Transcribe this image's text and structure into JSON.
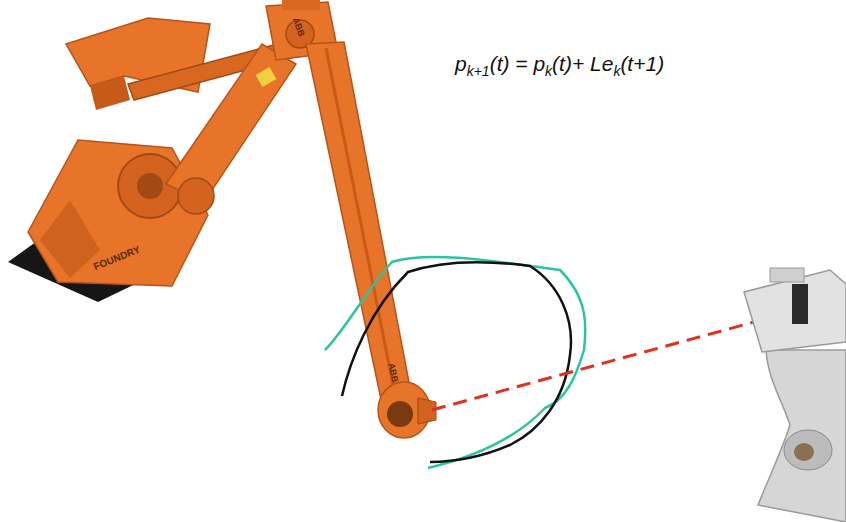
{
  "diagram": {
    "labels": [
      "p",
      "k+1",
      "(t) = p",
      "k",
      "(t)+ Le",
      "k",
      "(t+1)",
      "FOUNDRY",
      "ABB",
      "ABB"
    ]
  }
}
